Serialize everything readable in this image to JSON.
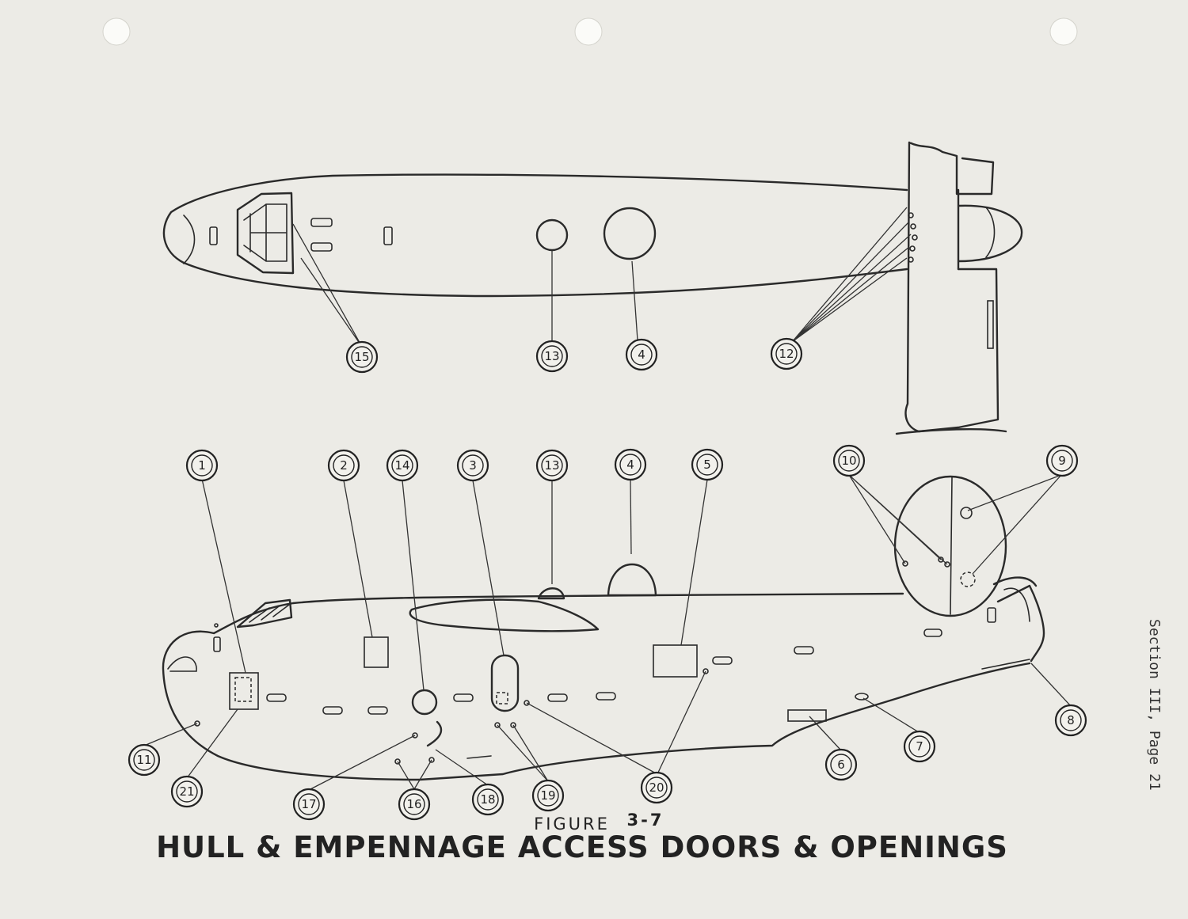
{
  "figure_label": "FIGURE",
  "figure_number": "3-7",
  "title": "HULL & EMPENNAGE ACCESS DOORS & OPENINGS",
  "section_ref": "Section III, Page 21",
  "callouts": [
    {
      "id": "15",
      "label": "15"
    },
    {
      "id": "13-top",
      "label": "13"
    },
    {
      "id": "4-top",
      "label": "4"
    },
    {
      "id": "12",
      "label": "12"
    },
    {
      "id": "1",
      "label": "1"
    },
    {
      "id": "2",
      "label": "2"
    },
    {
      "id": "14",
      "label": "14"
    },
    {
      "id": "3",
      "label": "3"
    },
    {
      "id": "13-side",
      "label": "13"
    },
    {
      "id": "4-side",
      "label": "4"
    },
    {
      "id": "5",
      "label": "5"
    },
    {
      "id": "10",
      "label": "10"
    },
    {
      "id": "9",
      "label": "9"
    },
    {
      "id": "8",
      "label": "8"
    },
    {
      "id": "7",
      "label": "7"
    },
    {
      "id": "6",
      "label": "6"
    },
    {
      "id": "20",
      "label": "20"
    },
    {
      "id": "19",
      "label": "19"
    },
    {
      "id": "18",
      "label": "18"
    },
    {
      "id": "16",
      "label": "16"
    },
    {
      "id": "17",
      "label": "17"
    },
    {
      "id": "21",
      "label": "21"
    },
    {
      "id": "11",
      "label": "11"
    }
  ]
}
